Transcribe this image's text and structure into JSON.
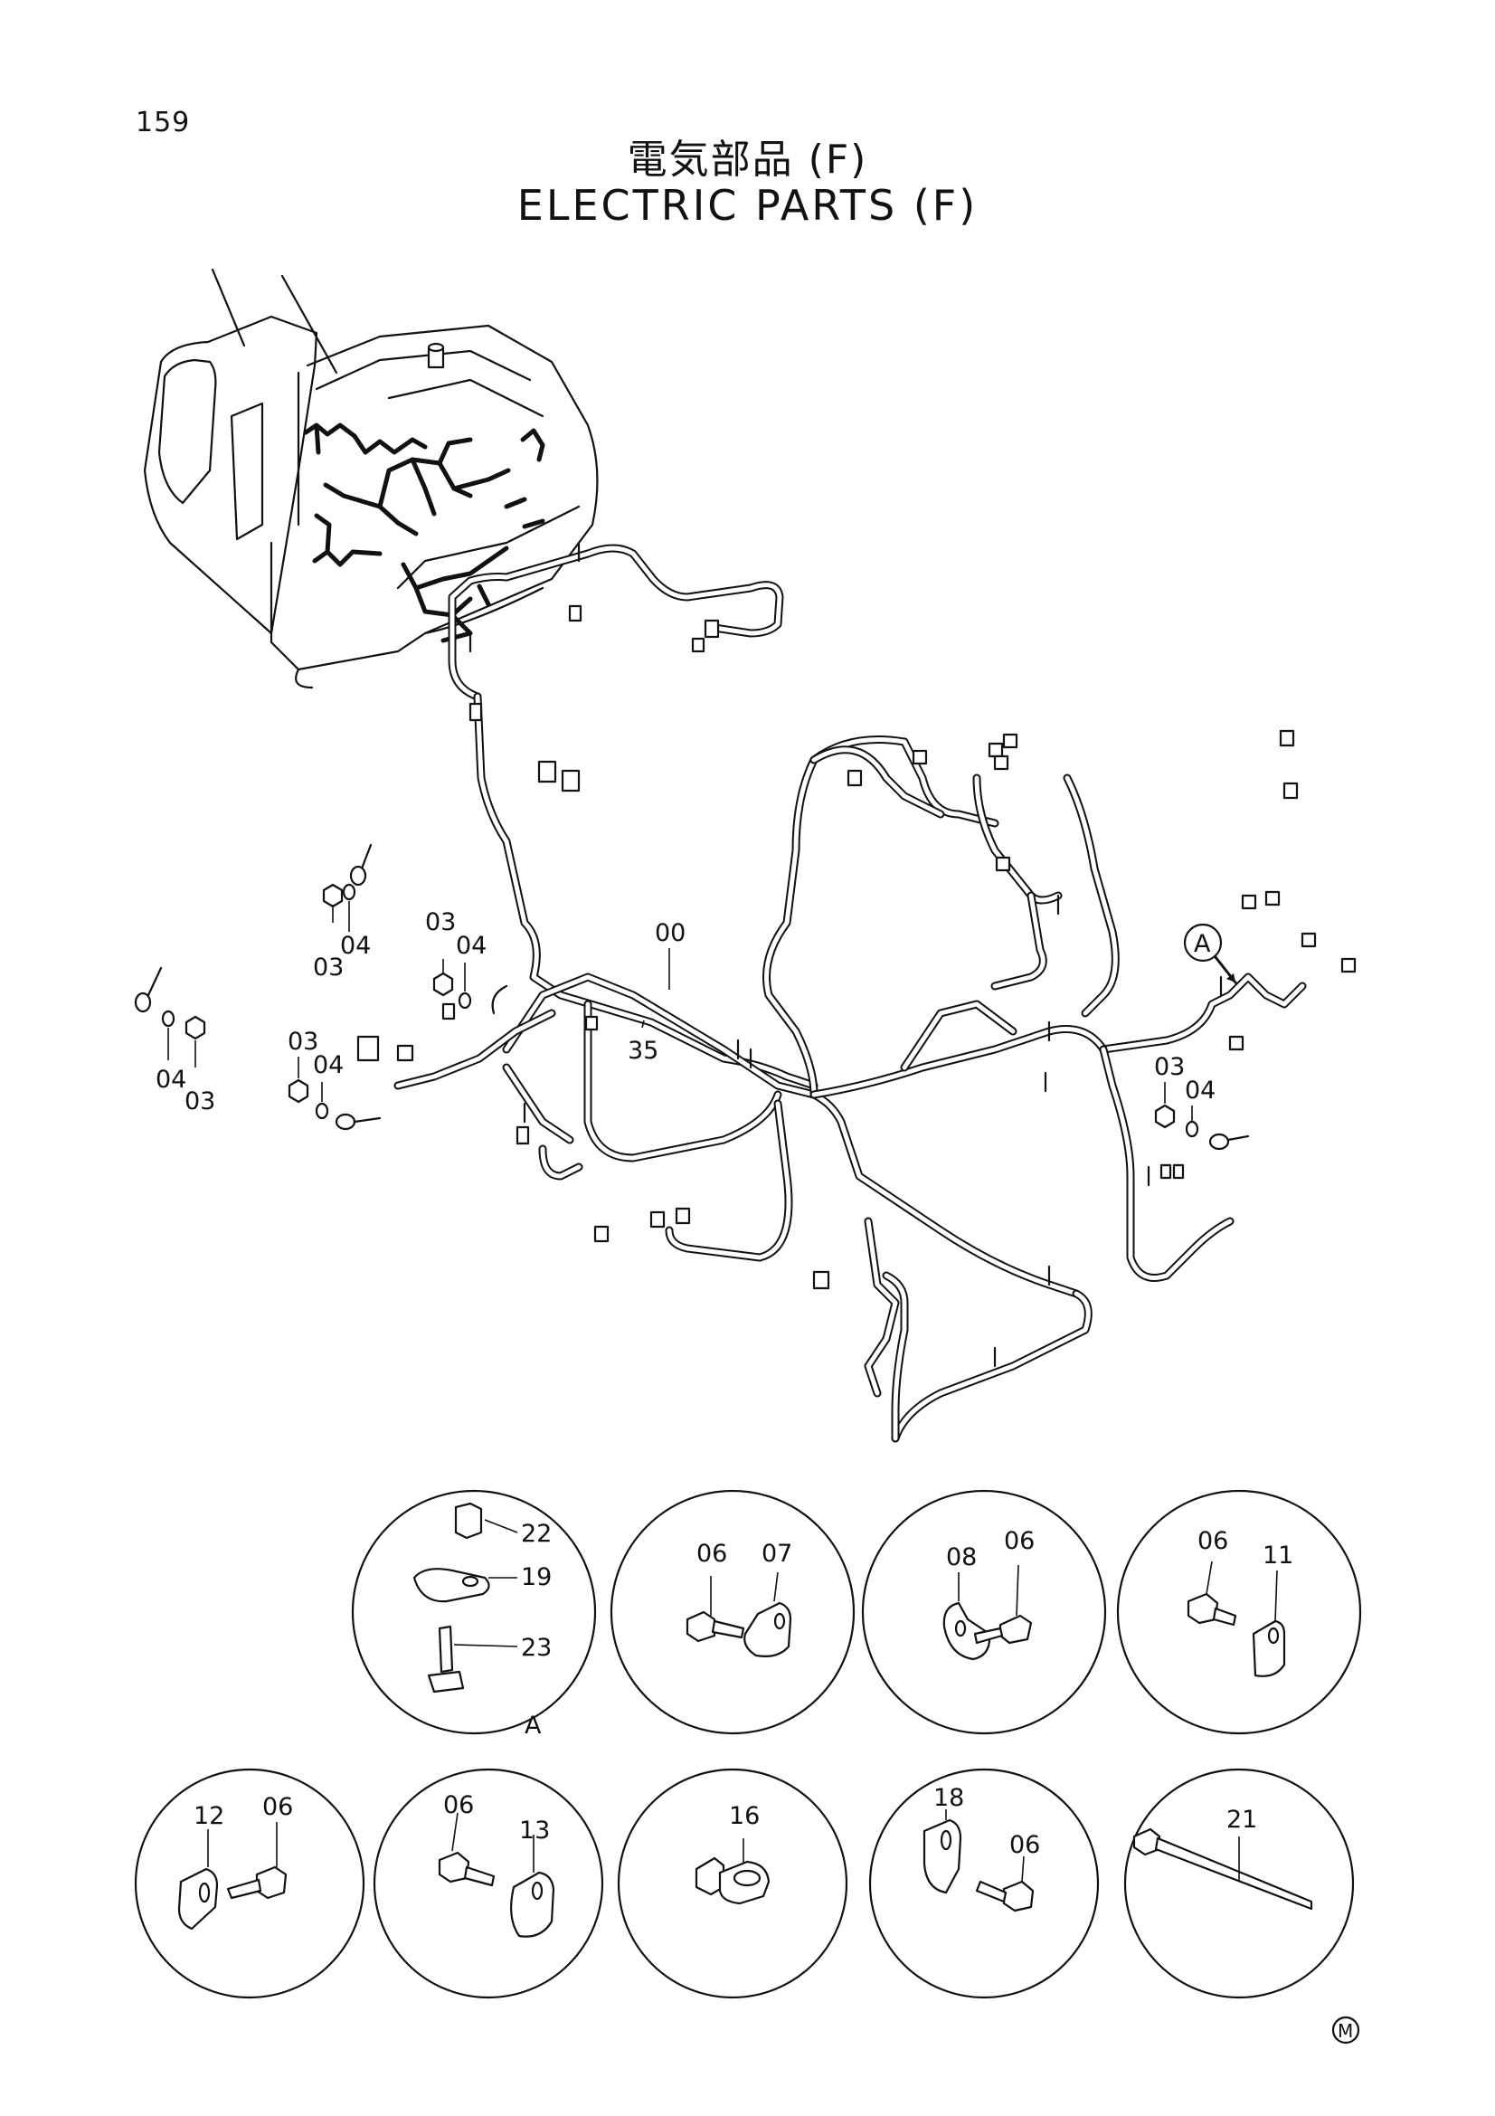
{
  "page": {
    "number": "159",
    "title_ja": "電気部品 (F)",
    "title_en": "ELECTRIC PARTS (F)",
    "mark": "M"
  },
  "harness_callouts": [
    "00",
    "35",
    "03",
    "04",
    "03",
    "04",
    "03",
    "04",
    "04",
    "03",
    "03",
    "04"
  ],
  "view_label": "A",
  "detail_circles": [
    {
      "callouts": [
        "22",
        "19",
        "23"
      ],
      "view": "A"
    },
    {
      "callouts": [
        "06",
        "07"
      ]
    },
    {
      "callouts": [
        "08",
        "06"
      ]
    },
    {
      "callouts": [
        "06",
        "11"
      ]
    },
    {
      "callouts": [
        "12",
        "06"
      ]
    },
    {
      "callouts": [
        "06",
        "13"
      ]
    },
    {
      "callouts": [
        "16"
      ]
    },
    {
      "callouts": [
        "18",
        "06"
      ]
    },
    {
      "callouts": [
        "21"
      ]
    }
  ]
}
